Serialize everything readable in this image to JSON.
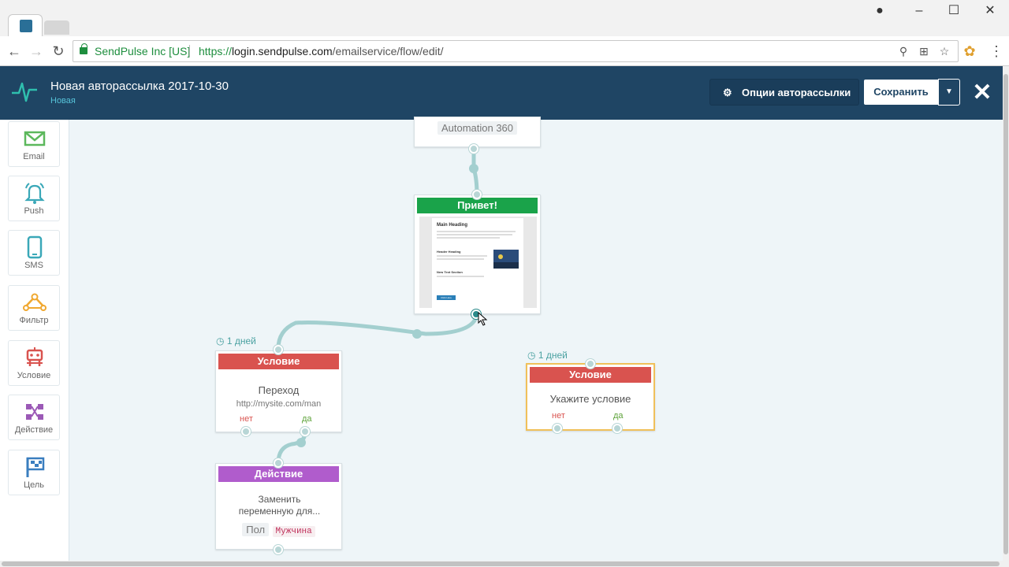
{
  "browser": {
    "ev_label": "SendPulse Inc [US]",
    "url_scheme": "https://",
    "url_host": "login.sendpulse.com",
    "url_path": "/emailservice/flow/edit/"
  },
  "header": {
    "title": "Новая авторассылка 2017-10-30",
    "status": "Новая",
    "options_label": "Опции авторассылки",
    "save_label": "Сохранить"
  },
  "sidebar": {
    "items": [
      {
        "label": "Email",
        "icon": "envelope-icon",
        "color": "#5cb85c"
      },
      {
        "label": "Push",
        "icon": "bell-icon",
        "color": "#3aa8b8"
      },
      {
        "label": "SMS",
        "icon": "phone-icon",
        "color": "#3aa8b8"
      },
      {
        "label": "Фильтр",
        "icon": "filter-icon",
        "color": "#f0a830"
      },
      {
        "label": "Условие",
        "icon": "robot-icon",
        "color": "#d9534f"
      },
      {
        "label": "Действие",
        "icon": "action-icon",
        "color": "#9b59b6"
      },
      {
        "label": "Цель",
        "icon": "flag-icon",
        "color": "#3a7ebf"
      }
    ]
  },
  "flow": {
    "start": {
      "label": "Automation 360"
    },
    "email": {
      "title": "Привет!",
      "preview_heading": "Main Heading",
      "preview_sub1": "Header Heading",
      "preview_sub2": "New Text Section",
      "preview_btn": "Click Here",
      "color": "#1aa34a"
    },
    "condition1": {
      "timer": "1 дней",
      "title": "Условие",
      "label": "Переход",
      "value": "http://mysite.com/man",
      "no": "нет",
      "yes": "да",
      "color": "#d9534f"
    },
    "condition2": {
      "timer": "1 дней",
      "title": "Условие",
      "label": "Укажите условие",
      "no": "нет",
      "yes": "да",
      "color": "#d9534f"
    },
    "action": {
      "title": "Действие",
      "label": "Заменить переменную для...",
      "field": "Пол",
      "value": "Мужчина",
      "color": "#b05ccc"
    }
  }
}
